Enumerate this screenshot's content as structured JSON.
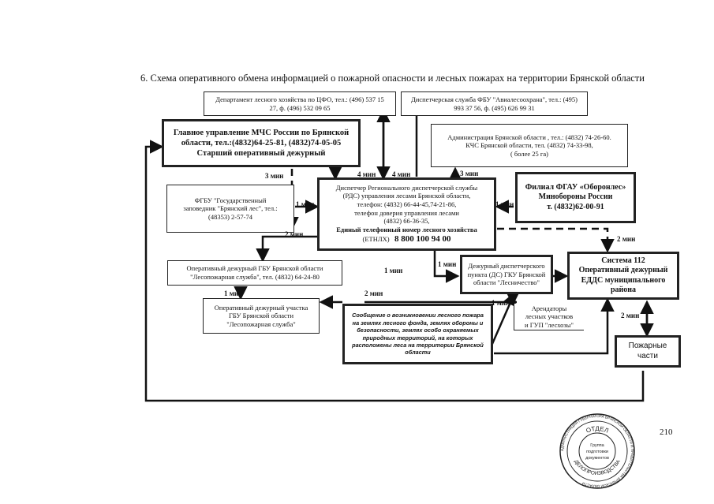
{
  "title": "6. Схема оперативного обмена информацией о пожарной опасности и лесных пожарах на территории Брянской области",
  "boxes": {
    "dep_forest": [
      "Департамент лесного хозяйства по ЦФО, тел.: (496) 537 15",
      "27, ф. (496) 532 09 65"
    ],
    "avialesookhrana": [
      "Диспетчерская служба ФБУ \"Авиалесоохрана\", тел.: (495)",
      "993 37 56, ф. (495) 626 99 31"
    ],
    "mchs": [
      "Главное управление МЧС России по Брянской",
      "области, тел.:(4832)64-25-81, (4832)74-05-05",
      "Старший оперативный дежурный"
    ],
    "admin": [
      "Администрация Брянской области , тел.: (4832) 74-26-60.",
      "КЧС Брянской области, тел. (4832) 74-33-98,",
      "( более 25 га)"
    ],
    "fgbu": [
      "ФГБУ \"Государственный",
      "заповедник \"Брянский лес\", тел.:",
      "(48353) 2-57-74"
    ],
    "rds": [
      "Диспетчер Регионального диспетчерской службы",
      "(РДС) управления лесами Брянской области,",
      "телефон: (4832) 66-44-45,74-21-86,",
      "телефон доверия управления лесами",
      "(4832) 66-36-35,",
      "Единый телефонный номер лесного хозяйства",
      "(ЕТНЛХ)",
      "8 800 100 94 00"
    ],
    "oboronles": [
      "Филиал ФГАУ «Оборонлес»",
      "Минобороны России",
      "т. (4832)62-00-91"
    ],
    "duty_gbu": [
      "Оперативный дежурный ГБУ Брянской области",
      "\"Лесопожарная служба\", тел. (4832) 64-24-80"
    ],
    "ds_gku": [
      "Дежурный диспетчерского",
      "пункта (ДС) ГКУ Брянской",
      "области \"Лесничество\""
    ],
    "sys112": [
      "Система 112",
      "Оперативный дежурный",
      "ЕДДС муниципального",
      "района"
    ],
    "duty_site": [
      "Оперативный дежурный участка",
      "ГБУ Брянской области",
      "\"Лесопожарная служба\""
    ],
    "message": [
      "Сообщение о возникновении лесного пожара",
      "на землях лесного фонда, землях обороны и",
      "безопасности, землях особо охраняемых",
      "природных территорий, на которых",
      "расположены леса на территории Брянской",
      "области"
    ],
    "tenants": [
      "Арендаторы",
      "лесных участков",
      "и ГУП \"лесхозы\""
    ],
    "fire": [
      "Пожарные",
      "части"
    ]
  },
  "labels": {
    "l3min_left": "3 мин",
    "l4min_a": "4 мин",
    "l4min_b": "4 мин",
    "l3min_right": "3 мин",
    "l1min_fgbu": "1 мин",
    "l1min_obor": "1 мин",
    "l2min_fgbu": "2 мин",
    "l2min_112": "2 мин",
    "l1min_ds": "1 мин",
    "l1min_mid": "1 мин",
    "l1min_duty": "1 мин",
    "l2min_msg": "2 мин",
    "l1min_tenant": "1 мин",
    "l2min_fire": "2 мин"
  },
  "stamp": {
    "center": [
      "Группа",
      "подготовки",
      "документов"
    ],
    "ring_top": "ОТДЕЛ",
    "ring_bottom": "ДЕЛОПРОИЗВОДСТВА",
    "outer": "АДМИНИСТРАЦИЯ ГУБЕРНАТОРА БРЯНСКОЙ ОБЛАСТИ И ПРАВИТЕЛЬСТВА БРЯНСКОЙ ОБЛАСТИ"
  },
  "page_number": "210"
}
